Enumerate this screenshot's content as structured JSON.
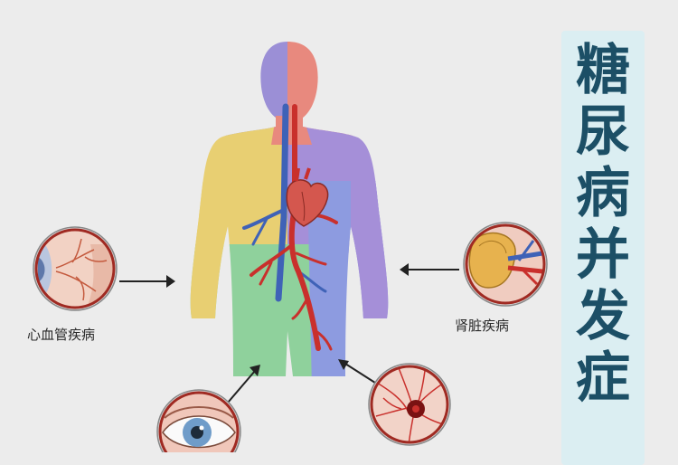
{
  "labels": {
    "cardiovascular": "心血管疾病",
    "kidney": "肾脏疾病"
  },
  "title": {
    "chars": [
      "糖",
      "尿",
      "病",
      "并",
      "发",
      "症"
    ]
  },
  "colors": {
    "background": "#ececec",
    "head_left": "#9b8fd6",
    "head_right": "#e8897e",
    "torso_yellow": "#e8cf72",
    "torso_purple": "#a58fd8",
    "lower_green": "#8fd19c",
    "lower_blue": "#8d9be0",
    "artery": "#c9302c",
    "vein": "#3f62b7",
    "title_text": "#1c4f66",
    "title_panel": "#dbeef2"
  }
}
